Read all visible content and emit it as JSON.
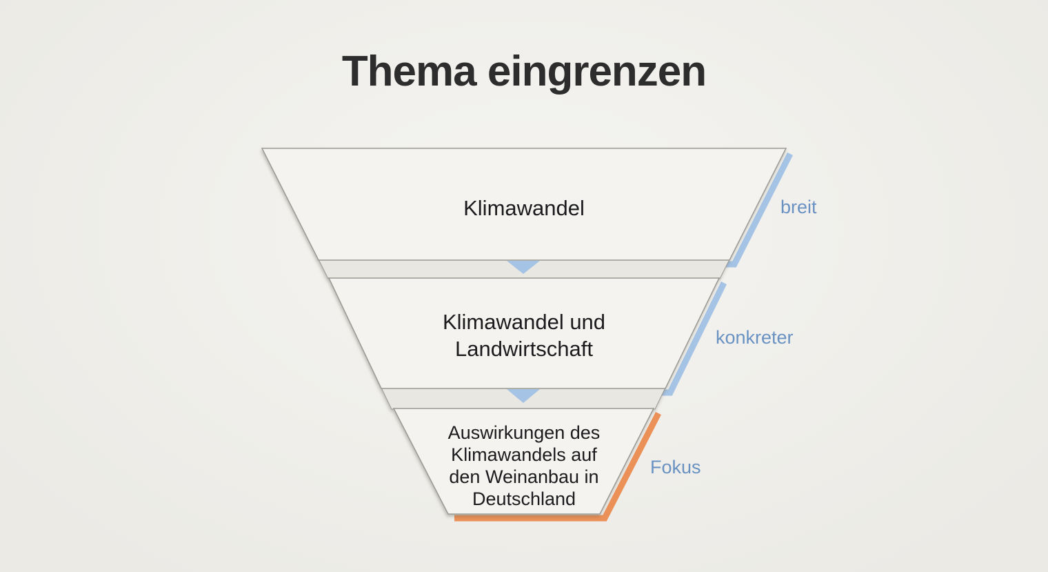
{
  "slide": {
    "title": "Thema eingrenzen"
  },
  "funnel": {
    "tiers": [
      {
        "level": 1,
        "label": [
          "Klimawandel"
        ],
        "side_label": "breit",
        "accent": "blue"
      },
      {
        "level": 2,
        "label": [
          "Klimawandel und",
          "Landwirtschaft"
        ],
        "side_label": "konkreter",
        "accent": "blue"
      },
      {
        "level": 3,
        "label": [
          "Auswirkungen des",
          "Klimawandels auf",
          "den Weinanbau in",
          "Deutschland"
        ],
        "side_label": "Fokus",
        "accent": "orange"
      }
    ],
    "connector_icon": "chevron-down",
    "colors": {
      "background": "#f0efea",
      "tier_fill": "#f4f3ef",
      "band_fill": "#e9e7e1",
      "border": "#9a9993",
      "blue_accent": "#a5c3e4",
      "orange_accent": "#eb9158",
      "side_label_blue": "#6992c3",
      "title_text": "#2d2d2d",
      "tier_text": "#1b1b1d"
    }
  }
}
